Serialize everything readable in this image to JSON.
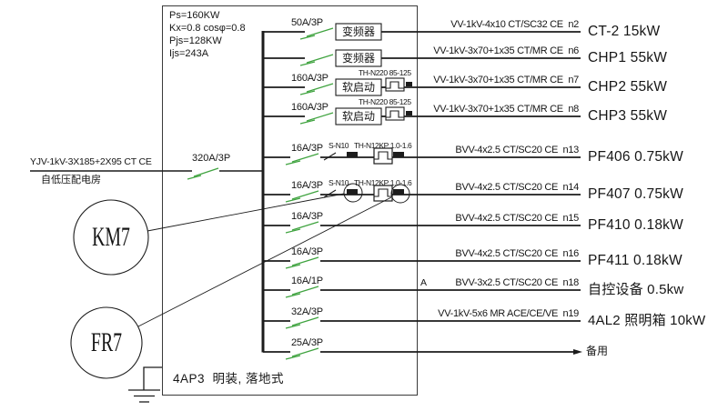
{
  "info": {
    "line1": "Ps=160KW",
    "line2": "Kx=0.8 cosφ=0.8",
    "line3": "Pjs=128KW",
    "line4": "Ijs=243A"
  },
  "incoming": {
    "cable": "YJV-1kV-3X185+2X95 CT CE",
    "room": "自低压配电房",
    "breaker": "320A/3P"
  },
  "devices": {
    "contactor_ref": "KM7",
    "relay_ref": "FR7"
  },
  "panel_label": "4AP3  明装, 落地式",
  "rows": [
    {
      "breaker": "50A/3P",
      "device": "变频器",
      "cable": "VV-1kV-4x10 CT/SC32 CE  n2",
      "load": "CT-2 15kW"
    },
    {
      "breaker": "",
      "device": "变频器",
      "cable": "VV-1kV-3x70+1x35 CT/MR CE  n6",
      "load": "CHP1 55kW"
    },
    {
      "breaker": "160A/3P",
      "device": "软启动",
      "relay": "TH-N220 85-125",
      "cable": "VV-1kV-3x70+1x35 CT/MR CE  n7",
      "load": "CHP2 55kW"
    },
    {
      "breaker": "160A/3P",
      "device": "软启动",
      "relay": "TH-N220 85-125",
      "cable": "VV-1kV-3x70+1x35 CT/MR CE  n8",
      "load": "CHP3 55kW"
    },
    {
      "breaker": "16A/3P",
      "contactor": "S-N10",
      "relay": "TH-N12KP 1.0-1.6",
      "cable": "BVV-4x2.5 CT/SC20 CE  n13",
      "load": "PF406 0.75kW"
    },
    {
      "breaker": "16A/3P",
      "contactor": "S-N10",
      "relay": "TH-N12KP 1.0-1.6",
      "cable": "BVV-4x2.5 CT/SC20 CE  n14",
      "load": "PF407 0.75kW"
    },
    {
      "breaker": "16A/3P",
      "cable": "BVV-4x2.5 CT/SC20 CE  n15",
      "load": "PF410 0.18kW"
    },
    {
      "breaker": "16A/3P",
      "cable": "BVV-4x2.5 CT/SC20 CE  n16",
      "load": "PF411 0.18kW"
    },
    {
      "breaker": "16A/1P",
      "phase": "A",
      "cable": "BVV-3x2.5 CT/SC20 CE  n18",
      "load": "自控设备 0.5kw"
    },
    {
      "breaker": "32A/3P",
      "cable": "VV-1kV-5x6 MR ACE/CE/VE  n19",
      "load": "4AL2 照明箱 10kW"
    },
    {
      "breaker": "25A/3P",
      "load": "备用"
    }
  ],
  "colors": {
    "line": "#1c1c1c",
    "switch": "#3fa33f"
  }
}
